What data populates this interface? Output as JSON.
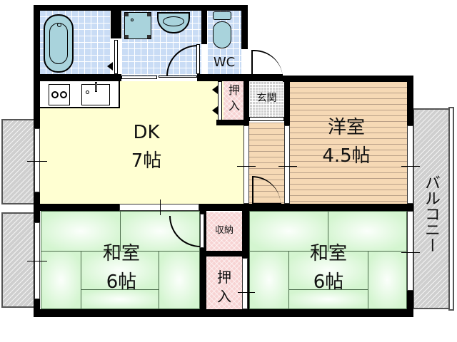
{
  "floorplan": {
    "rooms": {
      "bath": {
        "label": ""
      },
      "washroom": {
        "label": ""
      },
      "wc": {
        "label": "WC"
      },
      "dk": {
        "name": "DK",
        "size": "7帖"
      },
      "closet_dk": {
        "label_line1": "押",
        "label_line2": "入"
      },
      "genkan": {
        "label": "玄関"
      },
      "western_room": {
        "name": "洋室",
        "size": "4.5帖"
      },
      "balcony_right": {
        "label": "バルコニー"
      },
      "japanese_room_left": {
        "name": "和室",
        "size": "6帖"
      },
      "storage": {
        "label": "収納"
      },
      "closet_center": {
        "label_line1": "押",
        "label_line2": "入"
      },
      "japanese_room_right": {
        "name": "和室",
        "size": "6帖"
      }
    },
    "colors": {
      "wall": "#000000",
      "tile": "#c9dcf5",
      "dk_floor": "#ffffd2",
      "wood_floor": "#f6d9b5",
      "closet": "#f7d3d3",
      "tatami": "#d4f5d0",
      "balcony": "#cfcfcf"
    }
  }
}
